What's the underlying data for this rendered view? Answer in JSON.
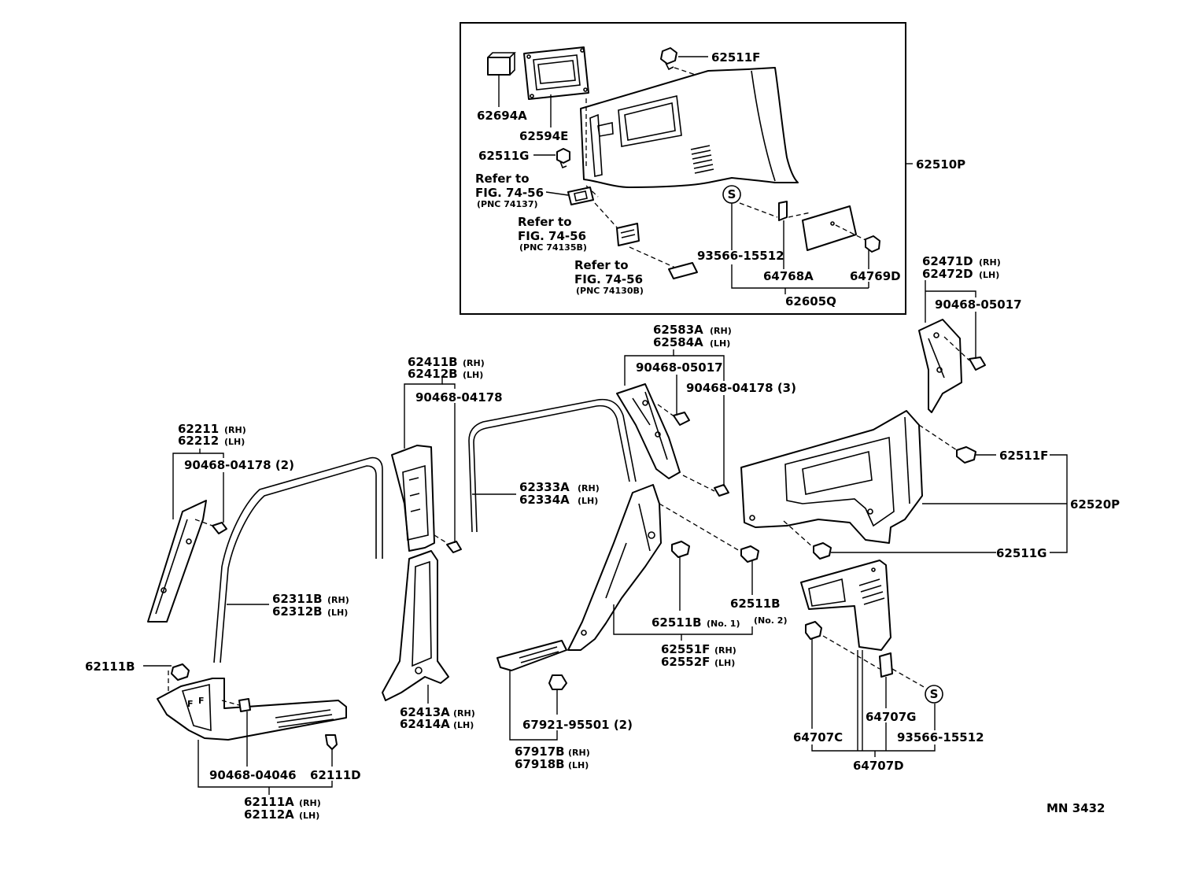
{
  "labels": {
    "p62511F_top": "62511F",
    "p62694A": "62694A",
    "p62594E": "62594E",
    "p62511G_top": "62511G",
    "ref1_a": "Refer to",
    "ref1_b": "FIG. 74-56",
    "ref1_c": "(PNC 74137)",
    "ref2_a": "Refer to",
    "ref2_b": "FIG. 74-56",
    "ref2_c": "(PNC 74135B)",
    "ref3_a": "Refer to",
    "ref3_b": "FIG. 74-56",
    "ref3_c": "(PNC 74130B)",
    "p62510P": "62510P",
    "p93566_top": "93566-15512",
    "p64768A": "64768A",
    "p64769D": "64769D",
    "p62605Q": "62605Q",
    "p62471D": "62471D",
    "p62472D": "62472D",
    "p90468_05017_r": "90468-05017",
    "p62583A": "62583A",
    "p62584A": "62584A",
    "p90468_05017_m": "90468-05017",
    "p90468_04178_3": "90468-04178 (3)",
    "p62411B": "62411B",
    "p62412B": "62412B",
    "p90468_04178_m": "90468-04178",
    "p62211": "62211",
    "p62212": "62212",
    "p90468_04178_2": "90468-04178 (2)",
    "p62333A": "62333A",
    "p62334A": "62334A",
    "p62511F_r": "62511F",
    "p62520P": "62520P",
    "p62511G_r": "62511G",
    "p62311B": "62311B",
    "p62312B": "62312B",
    "p62511B_1": "62511B",
    "p62511B_2": "62511B",
    "no1": "(No. 1)",
    "no2": "(No. 2)",
    "p62551F": "62551F",
    "p62552F": "62552F",
    "p62111B": "62111B",
    "p62413A": "62413A",
    "p62414A": "62414A",
    "p67921": "67921-95501 (2)",
    "p67917B": "67917B",
    "p67918B": "67918B",
    "p64707C": "64707C",
    "p64707G": "64707G",
    "p93566_bot": "93566-15512",
    "p64707D": "64707D",
    "p90468_04046": "90468-04046",
    "p62111D": "62111D",
    "p62111A": "62111A",
    "p62112A": "62112A",
    "s_top": "S",
    "s_bot": "S",
    "mn": "MN  3432"
  },
  "sides": {
    "rh": "(RH)",
    "lh": "(LH)"
  }
}
